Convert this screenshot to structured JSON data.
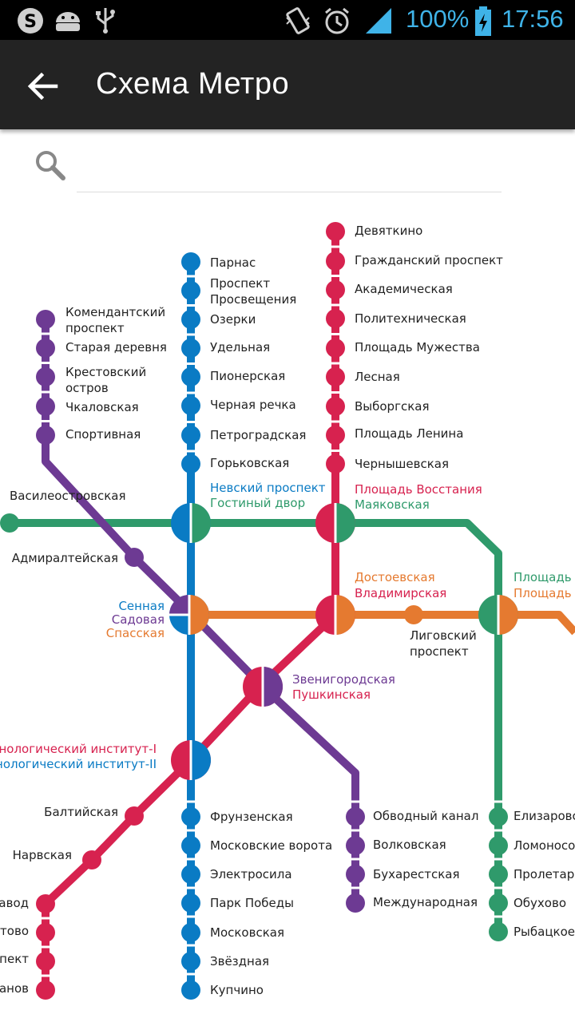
{
  "status_bar": {
    "battery": "100%",
    "time": "17:56",
    "icons": [
      "skype-icon",
      "android-icon",
      "usb-icon",
      "vibrate-icon",
      "alarm-icon",
      "signal-icon",
      "battery-charging-icon"
    ]
  },
  "app_bar": {
    "title": "Схема Метро",
    "back_icon": "arrow-back-icon"
  },
  "search": {
    "placeholder": "",
    "value": "",
    "icon": "search-icon"
  },
  "colors": {
    "line1_red": "#d7224f",
    "line2_blue": "#0a7bc4",
    "line3_green": "#2f9a6b",
    "line4_orange": "#e57a30",
    "line5_purple": "#6d3a93"
  },
  "map": {
    "lines": {
      "red": {
        "stations": [
          "Девяткино",
          "Гражданский проспект",
          "Академическая",
          "Политехническая",
          "Площадь Мужества",
          "Лесная",
          "Выборгская",
          "Площадь Ленина",
          "Чернышевская",
          "Площадь Восстания",
          "Владимирская",
          "Пушкинская",
          "Технологический институт-I",
          "Балтийская",
          "Нарвская",
          "завод",
          "втово",
          "спект",
          "ранов"
        ]
      },
      "blue": {
        "stations": [
          "Парнас",
          "Проспект Просвещения",
          "Озерки",
          "Удельная",
          "Пионерская",
          "Черная речка",
          "Петроградская",
          "Горьковская",
          "Невский проспект",
          "Сенная",
          "Технологический институт-II",
          "Фрунзенская",
          "Московские ворота",
          "Электросила",
          "Парк Победы",
          "Московская",
          "Звёздная",
          "Купчино"
        ]
      },
      "green": {
        "stations": [
          "Василеостровская",
          "Гостиный двор",
          "Маяковская",
          "Площадь А",
          "Елизаровс",
          "Ломоносов",
          "Пролетарс",
          "Обухово",
          "Рыбацкое"
        ]
      },
      "orange": {
        "stations": [
          "Спасская",
          "Достоевская",
          "Лиговский проспект",
          "Площадь А"
        ]
      },
      "purple": {
        "stations": [
          "Комендантский проспект",
          "Старая деревня",
          "Крестовский остров",
          "Чкаловская",
          "Спортивная",
          "Адмиралтейская",
          "Садовая",
          "Звенигородская",
          "Обводный канал",
          "Волковская",
          "Бухарестская",
          "Международная"
        ]
      }
    },
    "labels": {
      "devyatkino": "Девяткино",
      "grazhdansky": "Гражданский проспект",
      "akademicheskaya": "Академическая",
      "politekhnicheskaya": "Политехническая",
      "pl_muzhestva": "Площадь Мужества",
      "lesnaya": "Лесная",
      "vyborgskaya": "Выборгская",
      "pl_lenina": "Площадь Ленина",
      "chernyshevskaya": "Чернышевская",
      "pl_vosstaniya": "Площадь Восстания",
      "mayakovskaya": "Маяковская",
      "parnas": "Парнас",
      "pr_prosv_1": "Проспект",
      "pr_prosv_2": "Просвещения",
      "ozerki": "Озерки",
      "udelnaya": "Удельная",
      "pionerskaya": "Пионерская",
      "chernaya_rechka": "Черная речка",
      "petrogradskaya": "Петроградская",
      "gorkovskaya": "Горьковская",
      "nevsky": "Невский проспект",
      "gostiny": "Гостиный двор",
      "komend_1": "Комендантский",
      "komend_2": "проспект",
      "staraya": "Старая деревня",
      "krest_1": "Крестовский",
      "krest_2": "остров",
      "chkalovskaya": "Чкаловская",
      "sportivnaya": "Спортивная",
      "vasileostrovskaya": "Василеостровская",
      "admiralteyskaya": "Адмиралтейская",
      "sennaya": "Сенная",
      "sadovaya": "Садовая",
      "spasskaya": "Спасская",
      "dostoevskaya": "Достоевская",
      "vladimirskaya": "Владимирская",
      "ligovsky_1": "Лиговский",
      "ligovsky_2": "проспект",
      "pl_a_green": "Площадь А",
      "pl_a_orange": "Площадь А",
      "zvenigorodskaya": "Звенигородская",
      "pushkinskaya": "Пушкинская",
      "tech_1": "Технологический институт-I",
      "tech_2": "Технологический институт-II",
      "baltiyskaya": "Балтийская",
      "narvskaya": "Нарвская",
      "kirov_partial": "завод",
      "avtovo_partial": "втово",
      "leninsky_partial": "спект",
      "veteranov_partial": "ранов",
      "frunzenskaya": "Фрунзенская",
      "mosk_vorota": "Московские ворота",
      "elektrosila": "Электросила",
      "park_pobedy": "Парк Победы",
      "moskovskaya": "Московская",
      "zvezdnaya": "Звёздная",
      "kupchino": "Купчино",
      "obvodny": "Обводный канал",
      "volkovskaya": "Волковская",
      "bukharestskaya": "Бухарестская",
      "mezhdunarodnaya": "Международная",
      "elizarovskaya_partial": "Елизаровс",
      "lomonosovskaya_partial": "Ломоносов",
      "proletarskaya_partial": "Пролетарс",
      "obukhovo": "Обухово",
      "rybatskoe": "Рыбацкое"
    }
  }
}
